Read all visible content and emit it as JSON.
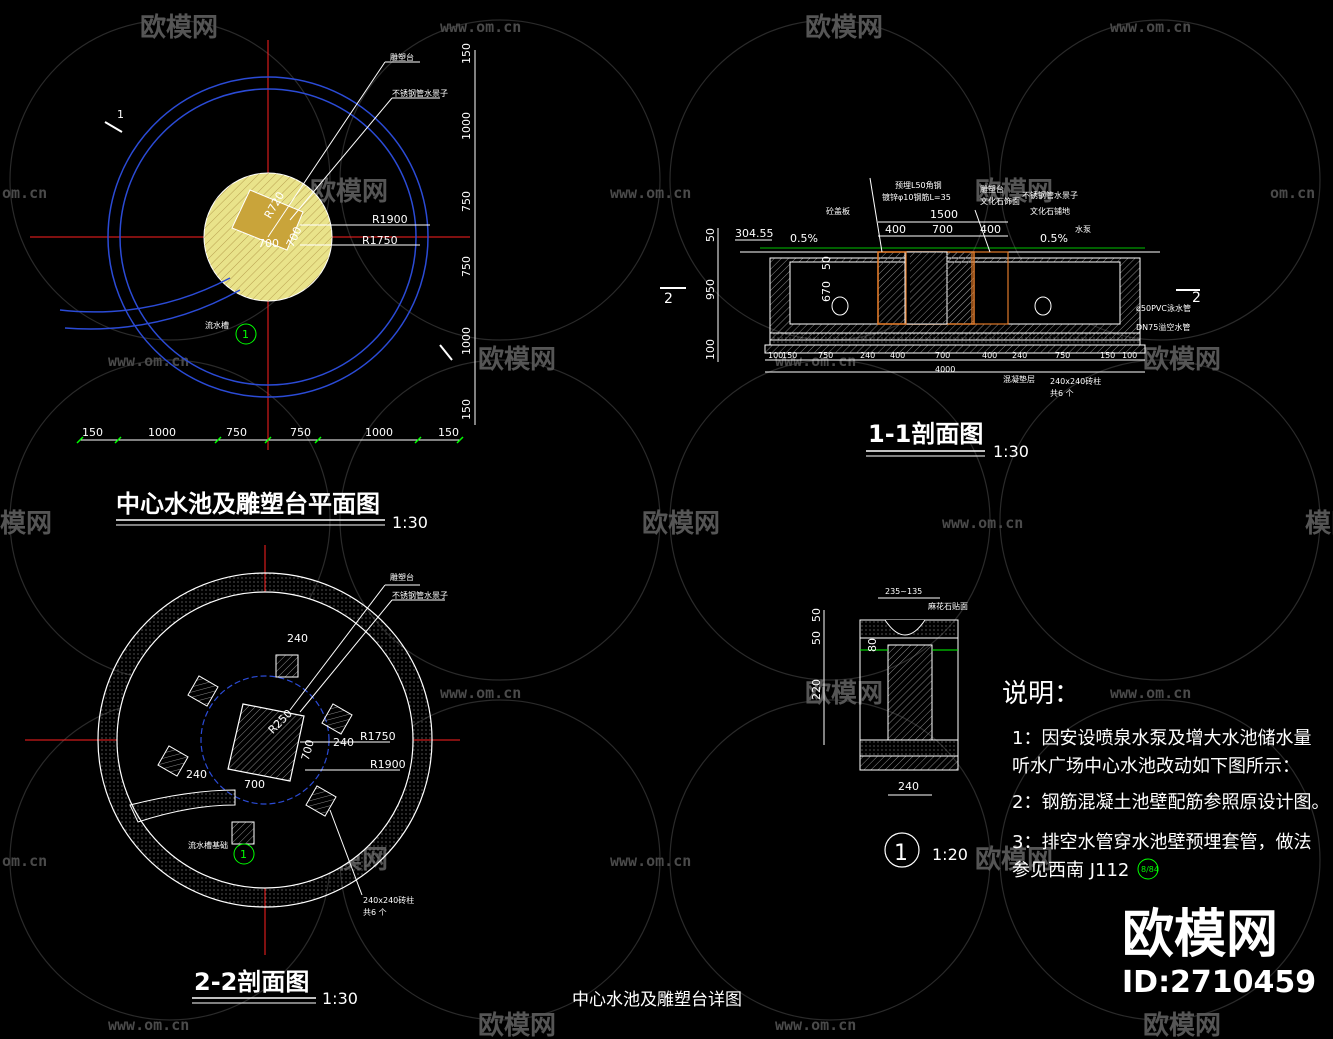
{
  "colors": {
    "background": "#000000",
    "line": "#ffffff",
    "blue": "#2b4bd6",
    "red": "#ff2020",
    "green": "#00ff00",
    "yellow": "#fffc9a",
    "orange": "#e07a2a",
    "watermark": "#555555"
  },
  "watermark": {
    "brand": "欧模网",
    "url": "www.om.cn",
    "url_short": "om.cn",
    "partial": "模网"
  },
  "plan_view": {
    "title": "中心水池及雕塑台平面图",
    "scale": "1:30",
    "section_mark": "1",
    "callout_1": "雕塑台",
    "callout_2": "不锈钢管水景子",
    "drain_label": "流水槽",
    "detail_ref": "1",
    "radius_1": "R1900",
    "radius_2": "R1750",
    "radius_3": "R720",
    "dim_700_a": "700",
    "dim_700_b": "700",
    "bottom_dims": [
      "150",
      "1000",
      "750",
      "750",
      "1000",
      "150"
    ],
    "right_dims": [
      "150",
      "1000",
      "750",
      "750",
      "1000",
      "150"
    ]
  },
  "section_1_1": {
    "title": "1-1剖面图",
    "scale": "1:30",
    "elevation": "304.55",
    "slope_left": "0.5%",
    "slope_right": "0.5%",
    "label_pool_edge": "砼盖板",
    "label_rebar": "预埋L50角钢",
    "label_rebar2": "镀锌φ10钢筋L=35",
    "label_sculpture": "雕塑台",
    "label_stone": "文化石饰面",
    "label_pipe": "不锈钢管水景子",
    "label_pavement": "文化石铺地",
    "label_pump": "水泵",
    "label_pvc": "ø50PVC泳水管",
    "label_drain": "DN75溢空水管",
    "label_base": "混凝垫层",
    "label_column": "240x240砖柱",
    "label_count": "共6 个",
    "top_dims": [
      "1500",
      "400",
      "700",
      "400"
    ],
    "left_dims": [
      "50",
      "950",
      "670",
      "50",
      "100"
    ],
    "bottom_dims": [
      "100",
      "150",
      "750",
      "240",
      "400",
      "700",
      "400",
      "240",
      "750",
      "150",
      "100"
    ],
    "total": "4000",
    "section_left": "2",
    "section_right": "2"
  },
  "section_2_2": {
    "title": "2-2剖面图",
    "scale": "1:30",
    "callout_1": "雕塑台",
    "callout_2": "不锈钢管水景子",
    "drain_label": "流水槽基础",
    "detail_ref": "1",
    "radius_1": "R1750",
    "radius_2": "R1900",
    "radius_3": "R250",
    "dims_240": "240",
    "dim_700_a": "700",
    "dim_700_b": "700",
    "column_label": "240x240砖柱",
    "column_count": "共6 个"
  },
  "detail_1": {
    "ref": "1",
    "scale": "1:20",
    "top_dim": "235~135",
    "label": "麻花石贴面",
    "left_dims": [
      "50",
      "50",
      "80",
      "220"
    ],
    "bottom_dim": "240"
  },
  "notes": {
    "heading": "说明：",
    "items": [
      "1：因安设喷泉水泵及增大水池储水量",
      "听水广场中心水池改动如下图所示：",
      "2：钢筋混凝土池壁配筋参照原设计图。",
      "3：排空水管穿水池壁预埋套管，做法",
      "参见西南 J112"
    ],
    "ref_badge": "8/84"
  },
  "drawing_title": "中心水池及雕塑台详图",
  "brand_logo": "欧模网",
  "brand_id": "ID:2710459"
}
